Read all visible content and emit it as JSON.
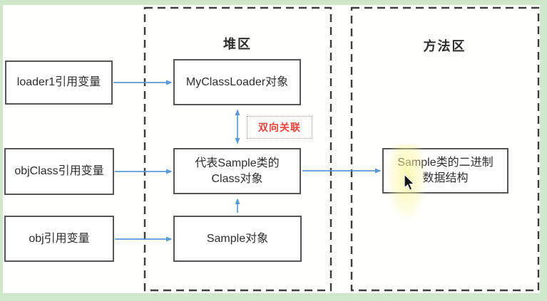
{
  "frame": {
    "background_green": "#cfe7ca",
    "panel_white": "#fefefc"
  },
  "colors": {
    "arrow_blue": "#5b9bd5",
    "box_border_gray": "#565656",
    "region_dash_gray": "#3c3c3c",
    "text_dark": "#2d2d2d",
    "accent_red": "#e8433b",
    "highlight_yellow": "#fbf796"
  },
  "regions": {
    "heap": {
      "title": "堆区"
    },
    "method": {
      "title": "方法区"
    }
  },
  "nodes": {
    "loader1_ref": {
      "label": "loader1引用变量"
    },
    "objclass_ref": {
      "label": "objClass引用变量"
    },
    "obj_ref": {
      "label": "obj引用变量"
    },
    "myclassloader_obj": {
      "label": "MyClassLoader对象"
    },
    "sample_class_obj": {
      "label_line1": "代表Sample类的",
      "label_line2": "Class对象"
    },
    "sample_obj": {
      "label": "Sample对象"
    },
    "sample_binary": {
      "label_line1": "Sample类的二进制",
      "label_line2": "数据结构"
    }
  },
  "annotations": {
    "bidirectional_label": "双向关联"
  },
  "icons": {
    "cursor": "mouse-pointer-icon"
  }
}
